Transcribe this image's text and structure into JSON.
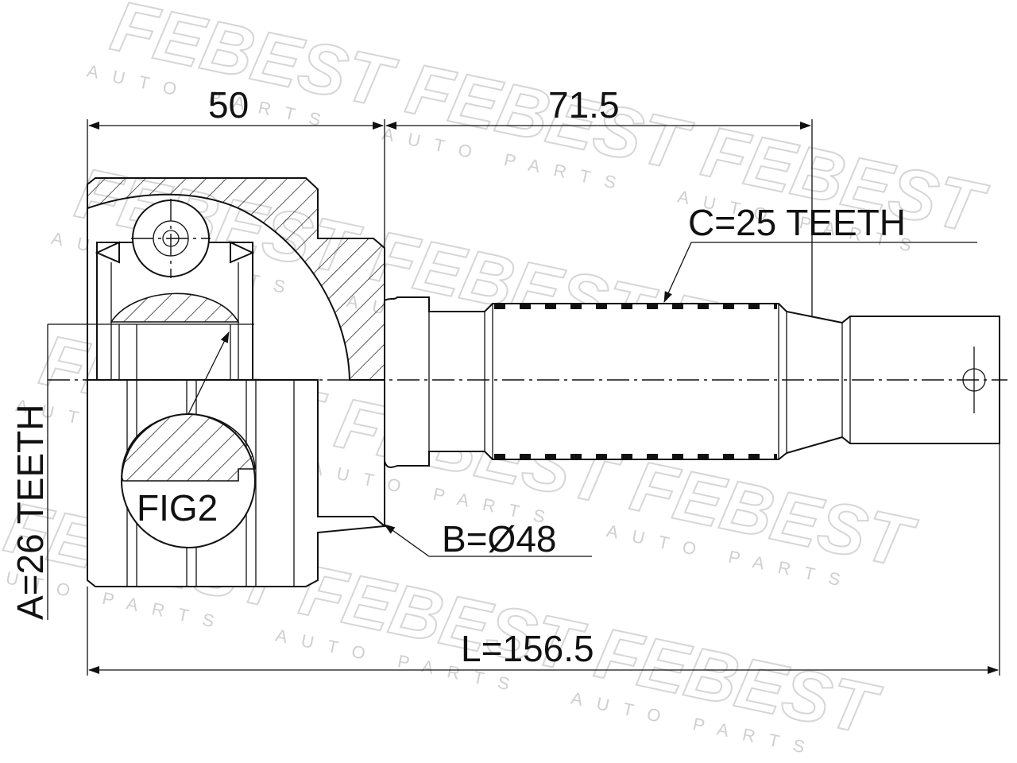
{
  "watermark": {
    "brand": "FEBEST",
    "sub": "AUTO PARTS"
  },
  "dimensions": {
    "top_left": "50",
    "top_right": "71.5",
    "spline_c": "C=25 TEETH",
    "diameter_b": "B=Ø48",
    "length_l": "L=156.5",
    "spline_a": "A=26 TEETH",
    "fig_label": "FIG2"
  }
}
